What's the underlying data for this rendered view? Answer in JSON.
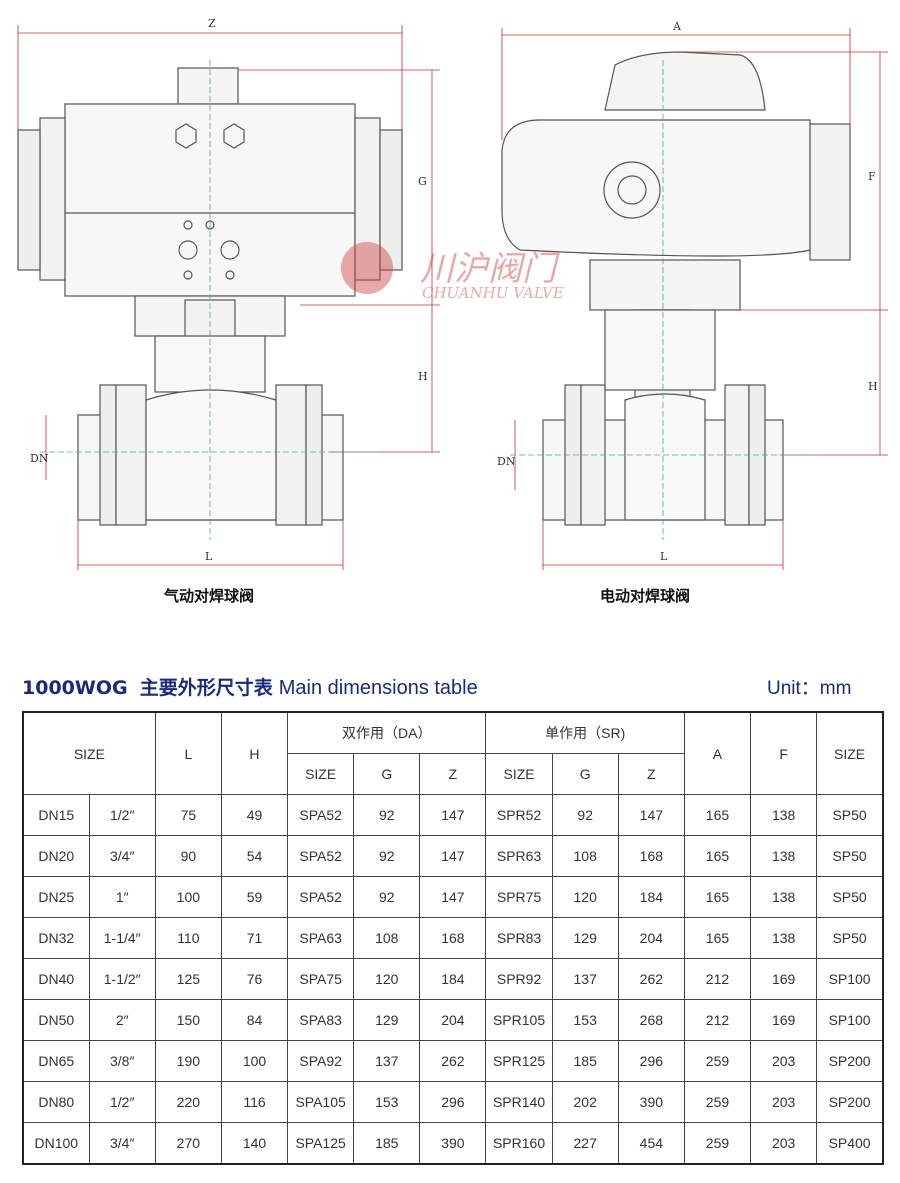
{
  "drawings": {
    "pneumatic": {
      "caption": "气动对焊球阀",
      "labels": {
        "z": "Z",
        "g": "G",
        "h": "H",
        "dn": "DN",
        "l": "L"
      }
    },
    "electric": {
      "caption": "电动对焊球阀",
      "labels": {
        "a": "A",
        "f": "F",
        "h": "H",
        "dn": "DN",
        "l": "L"
      }
    },
    "watermark": {
      "cn": "川沪阀门",
      "en": "CHUANHU VALVE"
    }
  },
  "table_title": {
    "model": "1000WOG",
    "cn": "主要外形尺寸表",
    "en": "Main dimensions table",
    "unit": "Unit：mm"
  },
  "table": {
    "headers": {
      "size": "SIZE",
      "l": "L",
      "h": "H",
      "da": "双作用（DA）",
      "sr": "单作用（SR)",
      "a": "A",
      "f": "F",
      "size2": "SIZE",
      "da_sub": [
        "SIZE",
        "G",
        "Z"
      ],
      "sr_sub": [
        "SIZE",
        "G",
        "Z"
      ]
    },
    "rows": [
      [
        "DN15",
        "1/2″",
        "75",
        "49",
        "SPA52",
        "92",
        "147",
        "SPR52",
        "92",
        "147",
        "165",
        "138",
        "SP50"
      ],
      [
        "DN20",
        "3/4″",
        "90",
        "54",
        "SPA52",
        "92",
        "147",
        "SPR63",
        "108",
        "168",
        "165",
        "138",
        "SP50"
      ],
      [
        "DN25",
        "1″",
        "100",
        "59",
        "SPA52",
        "92",
        "147",
        "SPR75",
        "120",
        "184",
        "165",
        "138",
        "SP50"
      ],
      [
        "DN32",
        "1-1/4″",
        "110",
        "71",
        "SPA63",
        "108",
        "168",
        "SPR83",
        "129",
        "204",
        "165",
        "138",
        "SP50"
      ],
      [
        "DN40",
        "1-1/2″",
        "125",
        "76",
        "SPA75",
        "120",
        "184",
        "SPR92",
        "137",
        "262",
        "212",
        "169",
        "SP100"
      ],
      [
        "DN50",
        "2″",
        "150",
        "84",
        "SPA83",
        "129",
        "204",
        "SPR105",
        "153",
        "268",
        "212",
        "169",
        "SP100"
      ],
      [
        "DN65",
        "3/8″",
        "190",
        "100",
        "SPA92",
        "137",
        "262",
        "SPR125",
        "185",
        "296",
        "259",
        "203",
        "SP200"
      ],
      [
        "DN80",
        "1/2″",
        "220",
        "116",
        "SPA105",
        "153",
        "296",
        "SPR140",
        "202",
        "390",
        "259",
        "203",
        "SP200"
      ],
      [
        "DN100",
        "3/4″",
        "270",
        "140",
        "SPA125",
        "185",
        "390",
        "SPR160",
        "227",
        "454",
        "259",
        "203",
        "SP400"
      ]
    ]
  },
  "colors": {
    "title": "#1a2a7a",
    "dimension": "#c03030",
    "watermark": "#d04040"
  }
}
